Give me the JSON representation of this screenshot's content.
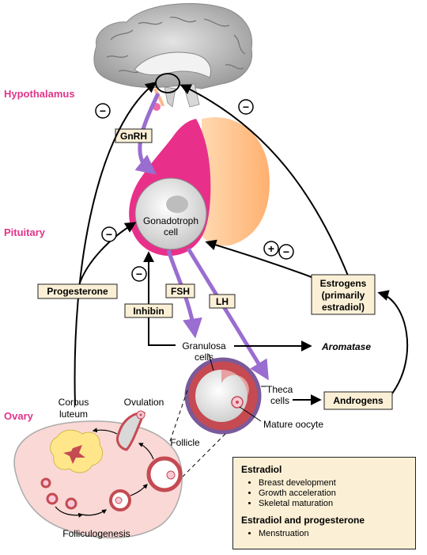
{
  "regions": {
    "hypothalamus": "Hypothalamus",
    "pituitary": "Pituitary",
    "ovary": "Ovary"
  },
  "hormones": {
    "gnrh": "GnRH",
    "fsh": "FSH",
    "lh": "LH",
    "inhibin": "Inhibin",
    "progesterone": "Progesterone",
    "estrogens_line1": "Estrogens",
    "estrogens_line2": "(primarily",
    "estrogens_line3": "estradiol)",
    "androgens": "Androgens"
  },
  "cells": {
    "gonadotroph_line1": "Gonadotroph",
    "gonadotroph_line2": "cell",
    "granulosa_line1": "Granulosa",
    "granulosa_line2": "cells",
    "theca_line1": "Theca",
    "theca_line2": "cells",
    "mature_oocyte": "Mature oocyte",
    "aromatase": "Aromatase"
  },
  "ovary_labels": {
    "corpus_luteum_line1": "Corpus",
    "corpus_luteum_line2": "luteum",
    "ovulation": "Ovulation",
    "follicle": "Follicle",
    "folliculogenesis": "Folliculogenesis"
  },
  "feedback_signs": {
    "minus": "−",
    "plus": "+"
  },
  "info_box": {
    "section1_title": "Estradiol",
    "section1_items": [
      "Breast development",
      "Growth acceleration",
      "Skeletal maturation"
    ],
    "section2_title": "Estradiol and progesterone",
    "section2_items": [
      "Menstruation"
    ]
  },
  "colors": {
    "region_label": "#e0358a",
    "stimulatory_arrow": "#9a6dd0",
    "label_box": "#fbf0d6",
    "pituitary_magenta": "#e8308a",
    "pituitary_peach": "#ffbf8a",
    "ovary_fill": "#f9d8d6",
    "follicle_ring": "#c54a52",
    "corpus_luteum": "#ffe68a"
  }
}
